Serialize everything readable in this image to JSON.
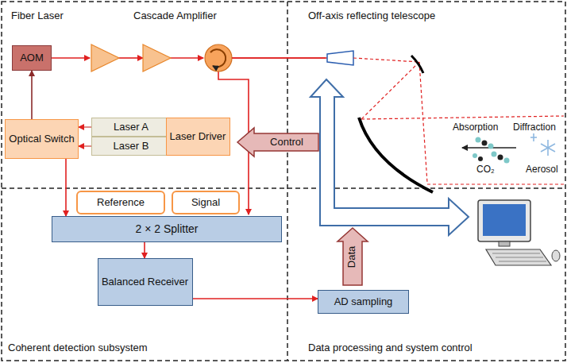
{
  "diagram": {
    "nodes": [
      {
        "text": [
          "AOM"
        ]
      },
      {
        "text": [
          "Optical Switch"
        ]
      },
      {
        "text": [
          "Laser A"
        ]
      },
      {
        "text": [
          "Laser B"
        ]
      },
      {
        "text": [
          "Laser Driver"
        ]
      },
      {
        "text": [
          "Control"
        ]
      },
      {
        "text": [
          "Reference"
        ]
      },
      {
        "text": [
          "Signal"
        ]
      },
      {
        "text": [
          "2 × 2 Splitter"
        ]
      },
      {
        "text": [
          "Balanced Receiver"
        ]
      },
      {
        "text": [
          "AD sampling"
        ]
      },
      {
        "text": [
          "Data"
        ]
      }
    ],
    "edges": [
      {
        "from": 1,
        "to": 0,
        "arrow": "to"
      },
      {
        "from": 2,
        "to": 1,
        "arrow": "to"
      },
      {
        "from": 3,
        "to": 1,
        "arrow": "to"
      },
      {
        "from": 1,
        "to": 8,
        "arrow": "to"
      },
      {
        "from": 8,
        "to": 9,
        "arrow": "to"
      },
      {
        "from": 9,
        "to": 10,
        "arrow": "to"
      }
    ],
    "labels": [
      "Fiber Laser",
      "Cascade Amplifier",
      "Off-axis reflecting telescope",
      "Absorption",
      "Diffraction",
      "CO₂",
      "Aerosol",
      "Coherent detection subsystem",
      "Data processing and system control"
    ]
  }
}
